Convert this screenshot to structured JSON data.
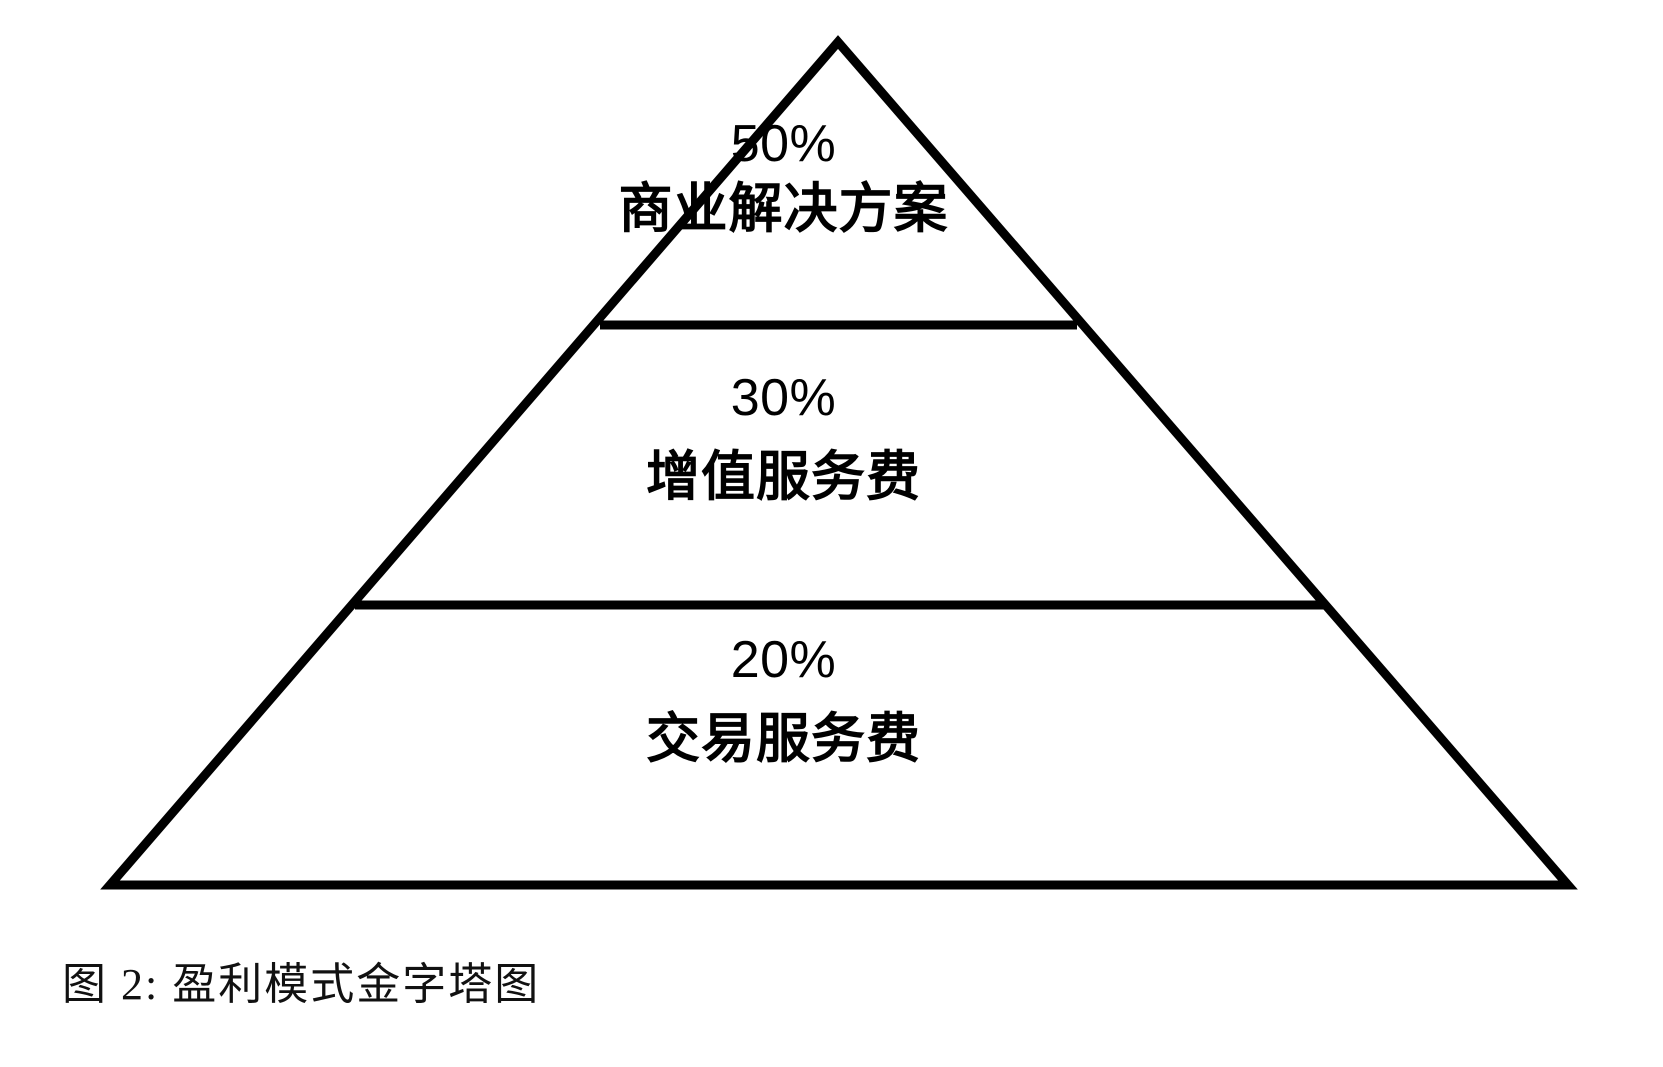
{
  "figure": {
    "caption": "图 2: 盈利模式金字塔图",
    "stroke_color": "#000000",
    "background_color": "#ffffff",
    "text_color": "#000000"
  },
  "chart_data": {
    "type": "pie",
    "title": "图 2: 盈利模式金字塔图",
    "xlabel": "",
    "ylabel": "",
    "categories": [
      "商业解决方案",
      "增值服务费",
      "交易服务费"
    ],
    "values": [
      50,
      30,
      20
    ],
    "value_labels": [
      "50%",
      "30%",
      "20%"
    ],
    "legend": "none",
    "grid": false,
    "notes": "三层金字塔图,自上而下依次为商业解决方案 50%、增值服务费 30%、交易服务费 20%"
  },
  "pyramid": {
    "tiers": [
      {
        "percent": "50%",
        "label": "商业解决方案"
      },
      {
        "percent": "30%",
        "label": "增值服务费"
      },
      {
        "percent": "20%",
        "label": "交易服务费"
      }
    ]
  }
}
